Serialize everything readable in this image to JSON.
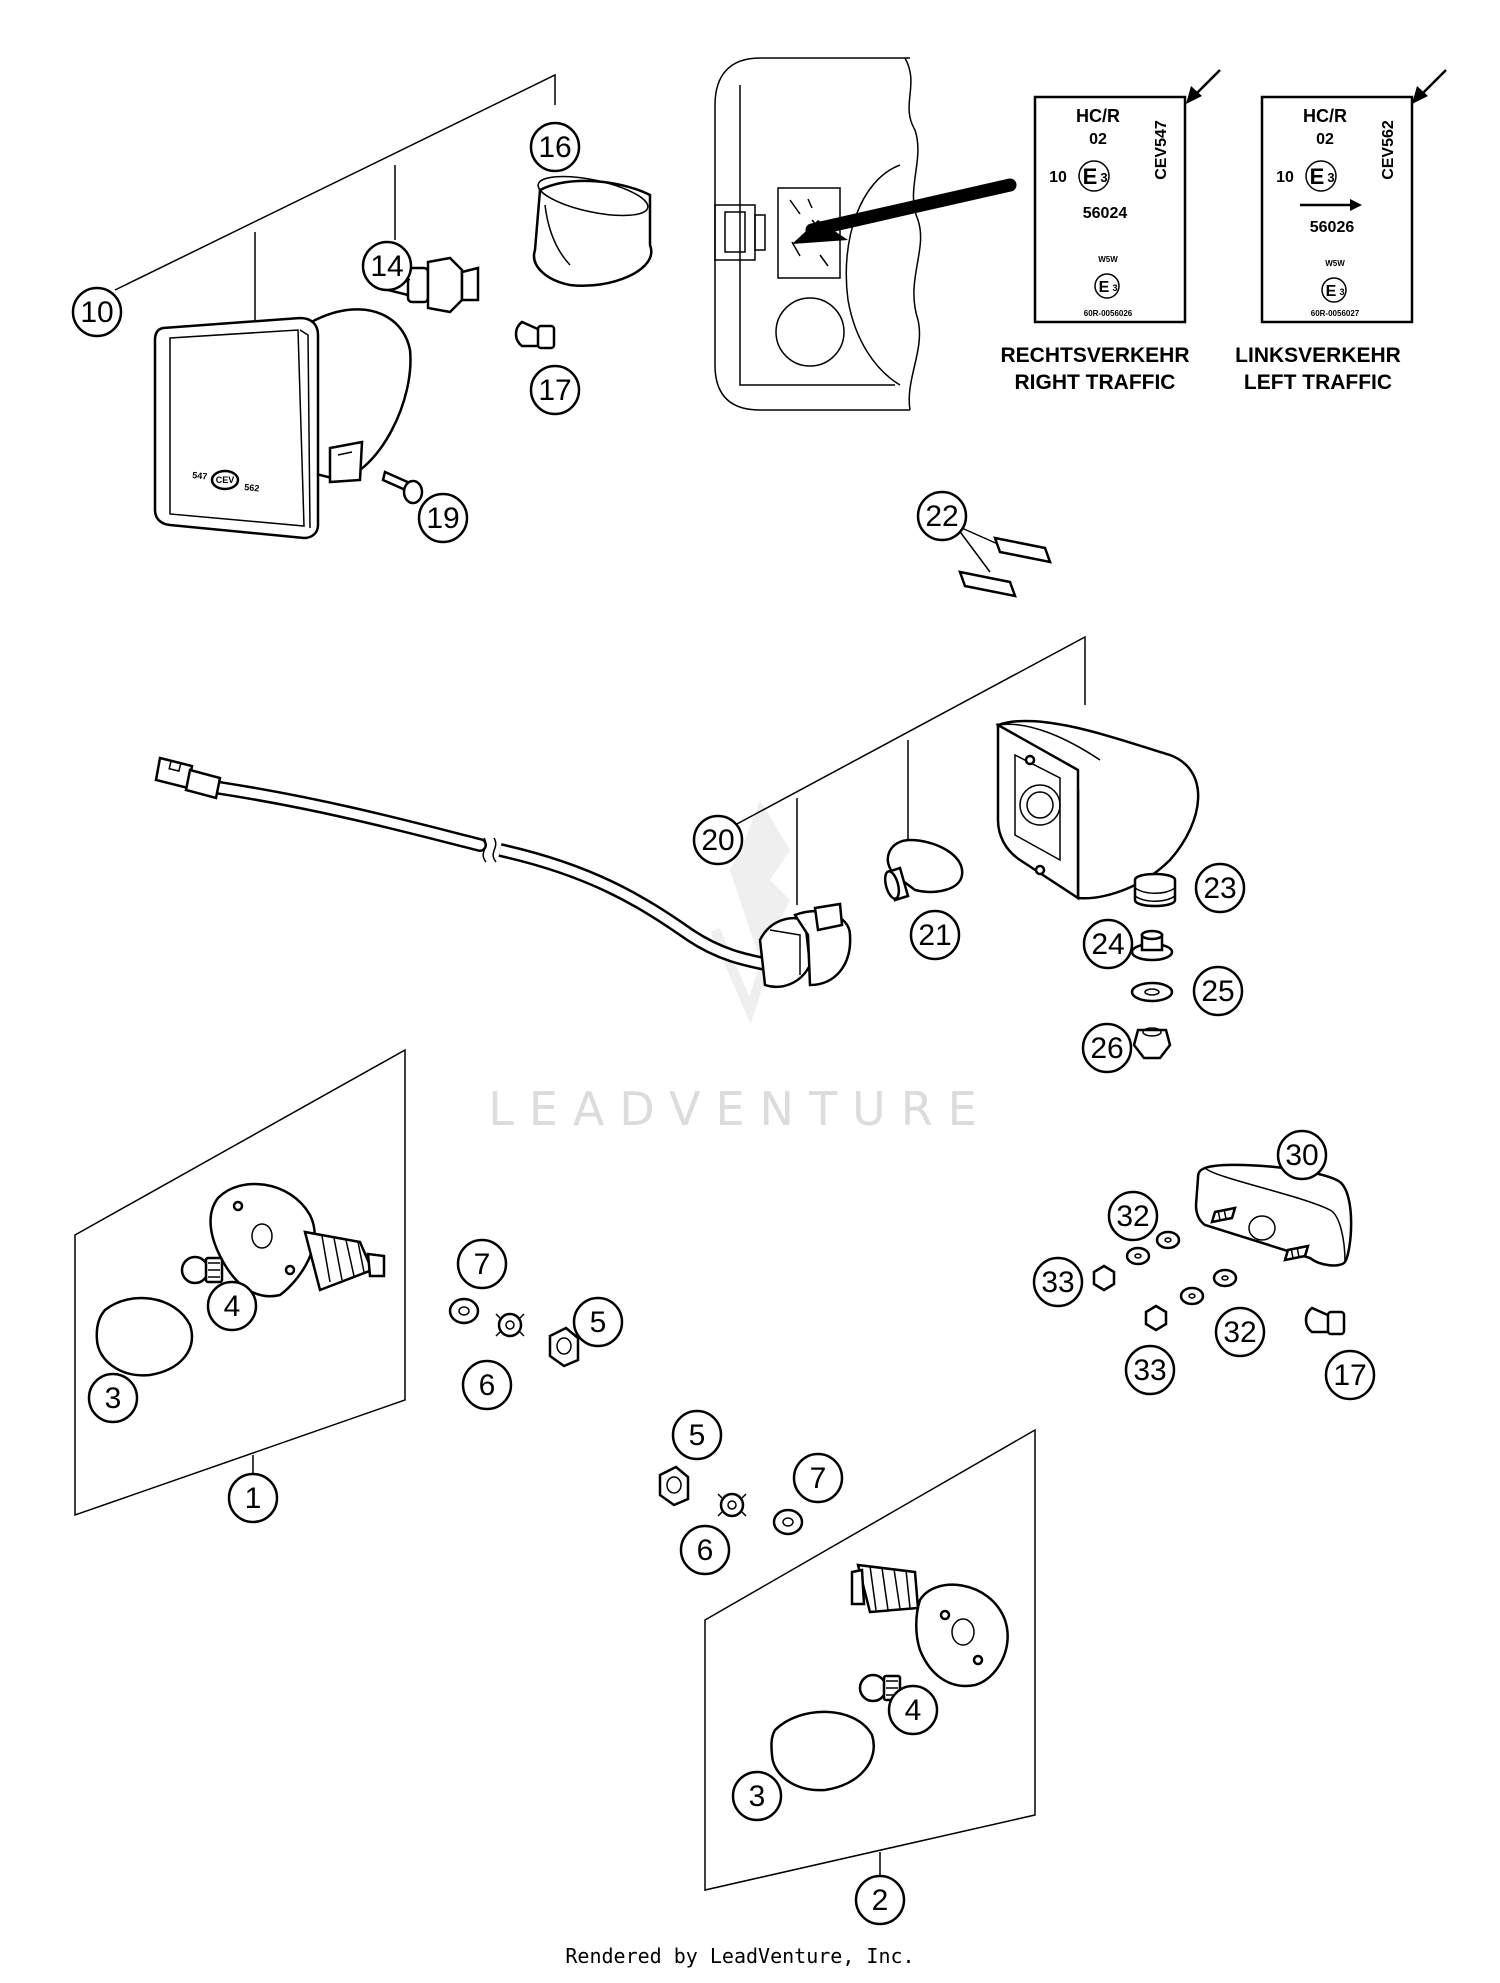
{
  "callouts": {
    "c10": "10",
    "c14": "14",
    "c16": "16",
    "c17a": "17",
    "c19": "19",
    "c22": "22",
    "c20": "20",
    "c21": "21",
    "c23": "23",
    "c24": "24",
    "c25": "25",
    "c26": "26",
    "c7a": "7",
    "c5a": "5",
    "c6a": "6",
    "c4a": "4",
    "c3a": "3",
    "c1": "1",
    "c30": "30",
    "c32a": "32",
    "c33a": "33",
    "c32b": "32",
    "c33b": "33",
    "c17b": "17",
    "c5b": "5",
    "c6b": "6",
    "c7b": "7",
    "c4b": "4",
    "c3b": "3",
    "c2": "2"
  },
  "labels": {
    "right": {
      "hcr": "HC/R",
      "num02": "02",
      "ten": "10",
      "e": "E",
      "three": "3",
      "code": "56024",
      "cev": "CEV547",
      "w5w": "W5W",
      "e2": "E",
      "three2": "3",
      "approval": "60R-0056026",
      "caption_de": "RECHTSVERKEHR",
      "caption_en": "RIGHT TRAFFIC"
    },
    "left": {
      "hcr": "HC/R",
      "num02": "02",
      "ten": "10",
      "e": "E",
      "three": "3",
      "code": "56026",
      "cev": "CEV562",
      "w5w": "W5W",
      "e2": "E",
      "three2": "3",
      "approval": "60R-0056027",
      "caption_de": "LINKSVERKEHR",
      "caption_en": "LEFT TRAFFIC"
    }
  },
  "headlight_marks": {
    "left": "547",
    "badge": "CEV",
    "right": "562"
  },
  "watermark": "LEADVENTURE",
  "footer": "Rendered by LeadVenture, Inc."
}
